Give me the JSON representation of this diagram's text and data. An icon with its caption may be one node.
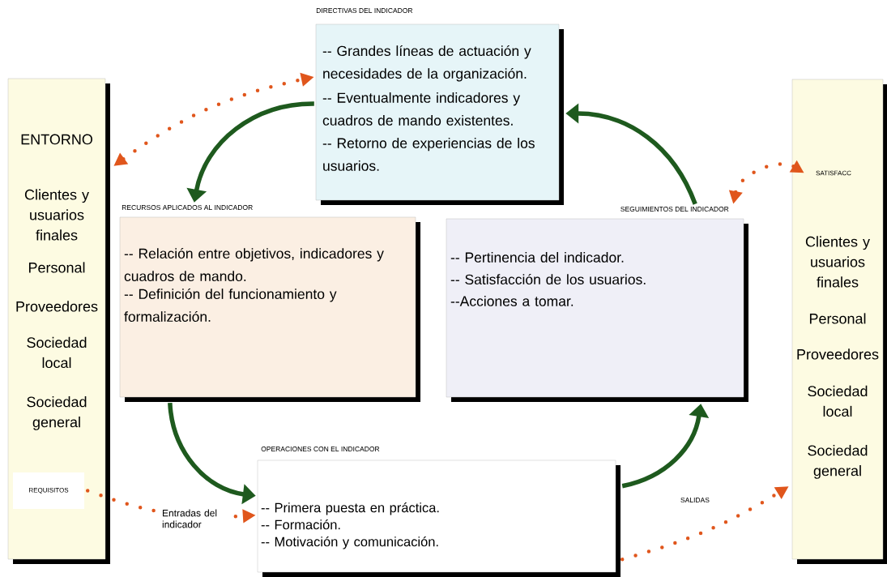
{
  "diagram": {
    "nodes": [
      {
        "text": [
          "ENTORNO",
          "Clientes y usuarios finales",
          "Personal",
          "Proveedores",
          "Sociedad local",
          "Sociedad general"
        ]
      },
      {
        "text": [
          "REQUISITOS"
        ],
        "in": 0
      },
      {
        "text": [
          "DIRECTIVAS DEL INDICADOR",
          "-- Grandes líneas de actuación y necesidades de la organización.",
          "-- Eventualmente indicadores y cuadros de mando existentes.",
          "-- Retorno de experiencias de los usuarios."
        ]
      },
      {
        "text": [
          "RECURSOS APLICADOS AL INDICADOR",
          "-- Relación entre objetivos, indicadores y cuadros de mando.",
          "-- Definición del funcionamiento y formalización."
        ]
      },
      {
        "text": [
          "SEGUIMIENTOS DEL INDICADOR",
          "-- Pertinencia del indicador.",
          "-- Satisfacción de los usuarios.",
          "--Acciones a tomar."
        ]
      },
      {
        "text": [
          "OPERACIONES CON EL INDICADOR",
          "-- Primera puesta en práctica.",
          "-- Formación.",
          "-- Motivación y comunicación."
        ]
      },
      {
        "text": [
          "Clientes y usuarios finales",
          "Personal",
          "Proveedores",
          "Sociedad local",
          "Sociedad general"
        ]
      },
      {
        "text": [
          "SATISFACC"
        ],
        "in": 6
      }
    ],
    "edges": [
      {
        "from": 0,
        "to": 2,
        "arrow": "both",
        "style": "dashed",
        "color": "#e0561c"
      },
      {
        "from": 2,
        "to": 3,
        "arrow": "to",
        "color": "#1e5a1e"
      },
      {
        "from": 3,
        "to": 5,
        "arrow": "to",
        "color": "#1e5a1e"
      },
      {
        "from": 5,
        "to": 4,
        "arrow": "to",
        "color": "#1e5a1e"
      },
      {
        "from": 4,
        "to": 2,
        "arrow": "to",
        "color": "#1e5a1e"
      },
      {
        "from": 4,
        "to": 7,
        "arrow": "both",
        "style": "dashed",
        "color": "#e0561c"
      },
      {
        "from": 1,
        "to": 5,
        "arrow": "to",
        "style": "dashed",
        "color": "#e0561c",
        "label": "Entradas del indicador"
      },
      {
        "from": 5,
        "to": 6,
        "arrow": "to",
        "style": "dashed",
        "color": "#e0561c",
        "label": "SALIDAS"
      }
    ]
  }
}
